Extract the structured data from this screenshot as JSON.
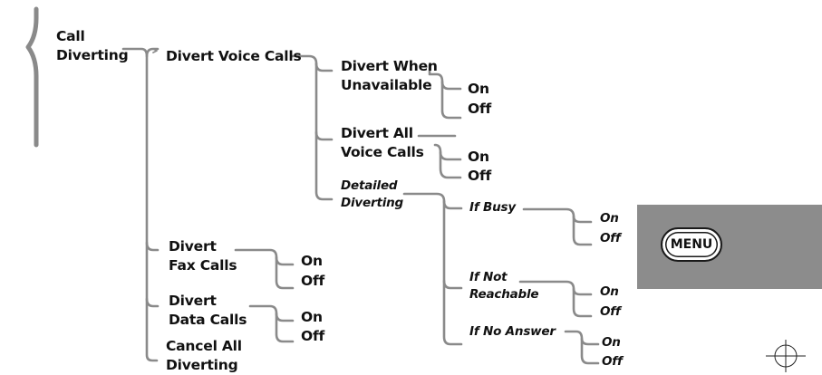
{
  "colors": {
    "line": "#8a8a8a",
    "sidebar": "#8a8a8a",
    "panel": "#8c8c8c",
    "text": "#111111"
  },
  "root": {
    "line1": "Call",
    "line2": "Diverting"
  },
  "level1": {
    "voice": "Divert Voice Calls",
    "fax": {
      "line1": "Divert",
      "line2": "Fax Calls"
    },
    "data": {
      "line1": "Divert",
      "line2": "Data Calls"
    },
    "cancel": {
      "line1": "Cancel All",
      "line2": "Diverting"
    }
  },
  "voice_options": {
    "unavailable": {
      "line1": "Divert When",
      "line2": "Unavailable"
    },
    "all": {
      "line1": "Divert All",
      "line2": "Voice Calls"
    },
    "detailed": {
      "line1": "Detailed",
      "line2": "Diverting"
    }
  },
  "detailed_options": {
    "busy": "If Busy",
    "not_reachable": {
      "line1": "If Not",
      "line2": "Reachable"
    },
    "no_answer": "If No Answer"
  },
  "toggle": {
    "on": "On",
    "off": "Off"
  },
  "menu_key": {
    "label": "MENU",
    "icon": "menu-key-icon"
  }
}
